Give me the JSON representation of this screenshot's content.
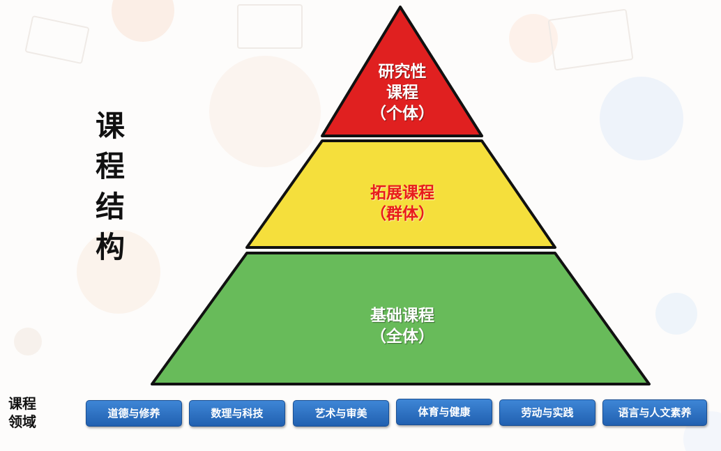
{
  "title": {
    "chars": [
      "课",
      "程",
      "结",
      "构"
    ]
  },
  "pyramid": {
    "top": {
      "lines": [
        "研究性",
        "课程",
        "（个体）"
      ],
      "fill": "#e02020",
      "text_color": "#ffffff"
    },
    "middle": {
      "lines": [
        "拓展课程",
        "（群体）"
      ],
      "fill": "#f5df3c",
      "text_color": "#e81c1c"
    },
    "base": {
      "lines": [
        "基础课程",
        "（全体）"
      ],
      "fill": "#68bb5a",
      "text_color": "#ffffff"
    }
  },
  "domains": {
    "label_lines": [
      "课程",
      "领域"
    ],
    "items": [
      "道德与修养",
      "数理与科技",
      "艺术与审美",
      "体育与健康",
      "劳动与实践",
      "语言与人文素养"
    ]
  },
  "colors": {
    "button_blue": "#2e74c6",
    "outline": "#111111"
  }
}
